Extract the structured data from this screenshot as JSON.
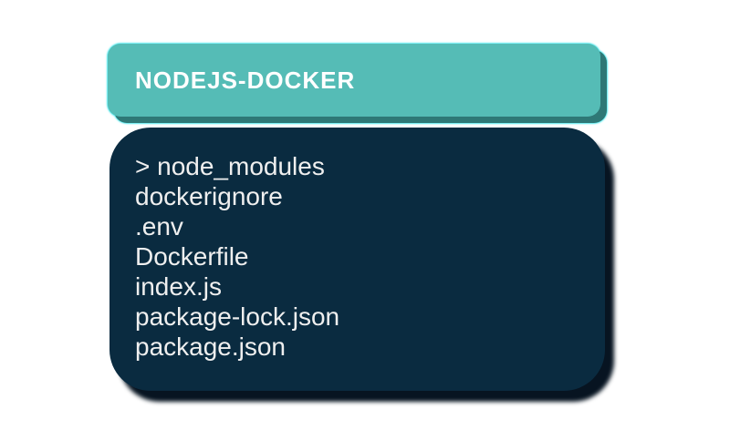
{
  "colors": {
    "page-bg": "#ffffff",
    "teal": "#55BCB6",
    "teal-shadow": "#2E7876",
    "cyan-outline": "#29E2E8",
    "navy": "#0A2B40",
    "navy-shadow": "#071421",
    "title-text": "#FFFFFF",
    "file-text": "#EFEFEF"
  },
  "header": {
    "title": "NODEJS-DOCKER"
  },
  "file_panel": {
    "items": [
      "> node_modules",
      "dockerignore",
      ".env",
      "Dockerfile",
      "index.js",
      "package-lock.json",
      "package.json"
    ]
  }
}
